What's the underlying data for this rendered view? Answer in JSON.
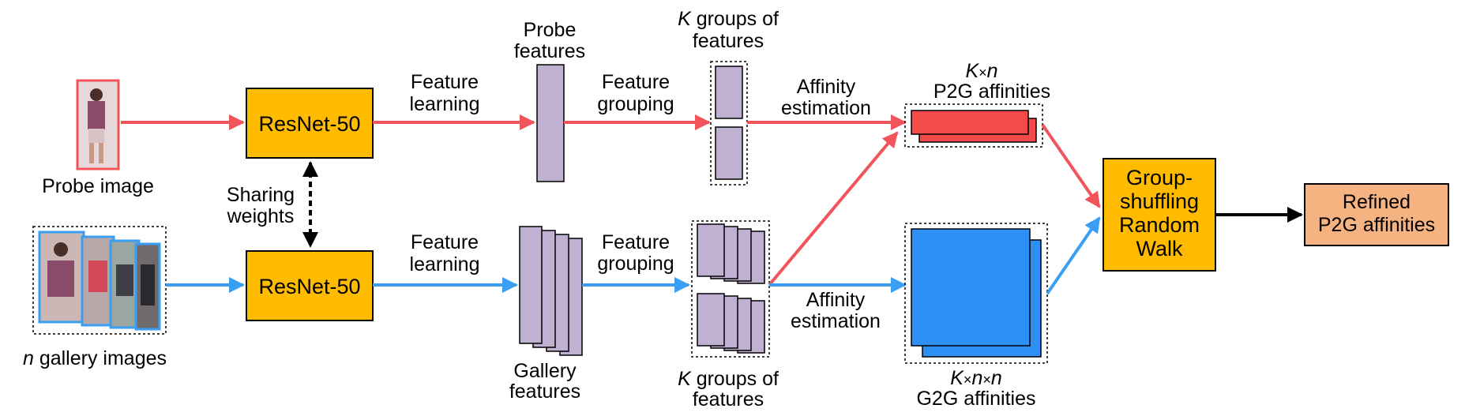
{
  "labels": {
    "probe_image": "Probe image",
    "gallery_images_prefix": "n",
    "gallery_images_suffix": " gallery images",
    "sharing_weights_1": "Sharing",
    "sharing_weights_2": "weights",
    "resnet_top": "ResNet-50",
    "resnet_bottom": "ResNet-50",
    "feature_learning_top_1": "Feature",
    "feature_learning_top_2": "learning",
    "feature_learning_bottom_1": "Feature",
    "feature_learning_bottom_2": "learning",
    "probe_features_1": "Probe",
    "probe_features_2": "features",
    "gallery_features_1": "Gallery",
    "gallery_features_2": "features",
    "feature_grouping_top_1": "Feature",
    "feature_grouping_top_2": "grouping",
    "feature_grouping_bottom_1": "Feature",
    "feature_grouping_bottom_2": "grouping",
    "k_groups_top_k": "K",
    "k_groups_top_1": " groups of",
    "k_groups_top_2": "features",
    "k_groups_bottom_k": "K",
    "k_groups_bottom_1": " groups of",
    "k_groups_bottom_2": "features",
    "affinity_top_1": "Affinity",
    "affinity_top_2": "estimation",
    "affinity_bottom_1": "Affinity",
    "affinity_bottom_2": "estimation",
    "p2g_dim_k": "K",
    "p2g_dim_times": "×",
    "p2g_dim_n": "n",
    "p2g_label": "P2G affinities",
    "g2g_dim_k": "K",
    "g2g_dim_times1": "×",
    "g2g_dim_n1": "n",
    "g2g_dim_times2": "×",
    "g2g_dim_n2": "n",
    "g2g_label": "G2G affinities",
    "gsrw_1": "Group-",
    "gsrw_2": "shuffling",
    "gsrw_3": "Random",
    "gsrw_4": "Walk",
    "refined_1": "Refined",
    "refined_2": "P2G affinities"
  },
  "colors": {
    "red": "#f2545b",
    "blue": "#3a9ef2",
    "resnet": "#ffbb00",
    "feature": "#c0b0d2",
    "p2g": "#f54a4a",
    "g2g": "#2e8ff5",
    "refined": "#f6b382",
    "black": "#000000"
  }
}
